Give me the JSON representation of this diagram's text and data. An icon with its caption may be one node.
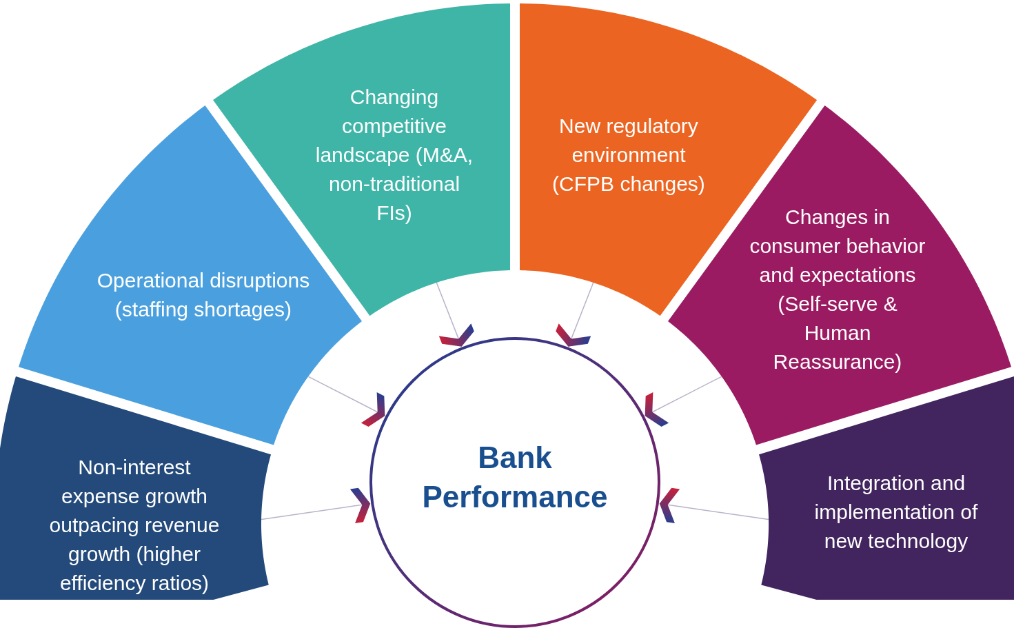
{
  "diagram": {
    "nodes": [
      {
        "text": [
          "Non-interest expense growth outpacing revenue growth (higher efficiency ratios)"
        ]
      },
      {
        "text": [
          "Operational disruptions (staffing shortages)"
        ]
      },
      {
        "text": [
          "Changing competitive landscape (M&A, non-traditional FIs)"
        ]
      },
      {
        "text": [
          "New regulatory environment (CFPB changes)"
        ]
      },
      {
        "text": [
          "Changes in consumer behavior and expectations (Self-serve & Human Reassurance)"
        ]
      },
      {
        "text": [
          "Integration and implementation of new technology"
        ]
      },
      {
        "text": [
          "Bank Performance"
        ]
      }
    ],
    "edges": [
      {
        "from": 0,
        "to": 6,
        "arrow": "to"
      },
      {
        "from": 1,
        "to": 6,
        "arrow": "to"
      },
      {
        "from": 2,
        "to": 6,
        "arrow": "to"
      },
      {
        "from": 3,
        "to": 6,
        "arrow": "to"
      },
      {
        "from": 4,
        "to": 6,
        "arrow": "to"
      },
      {
        "from": 5,
        "to": 6,
        "arrow": "to"
      }
    ]
  }
}
